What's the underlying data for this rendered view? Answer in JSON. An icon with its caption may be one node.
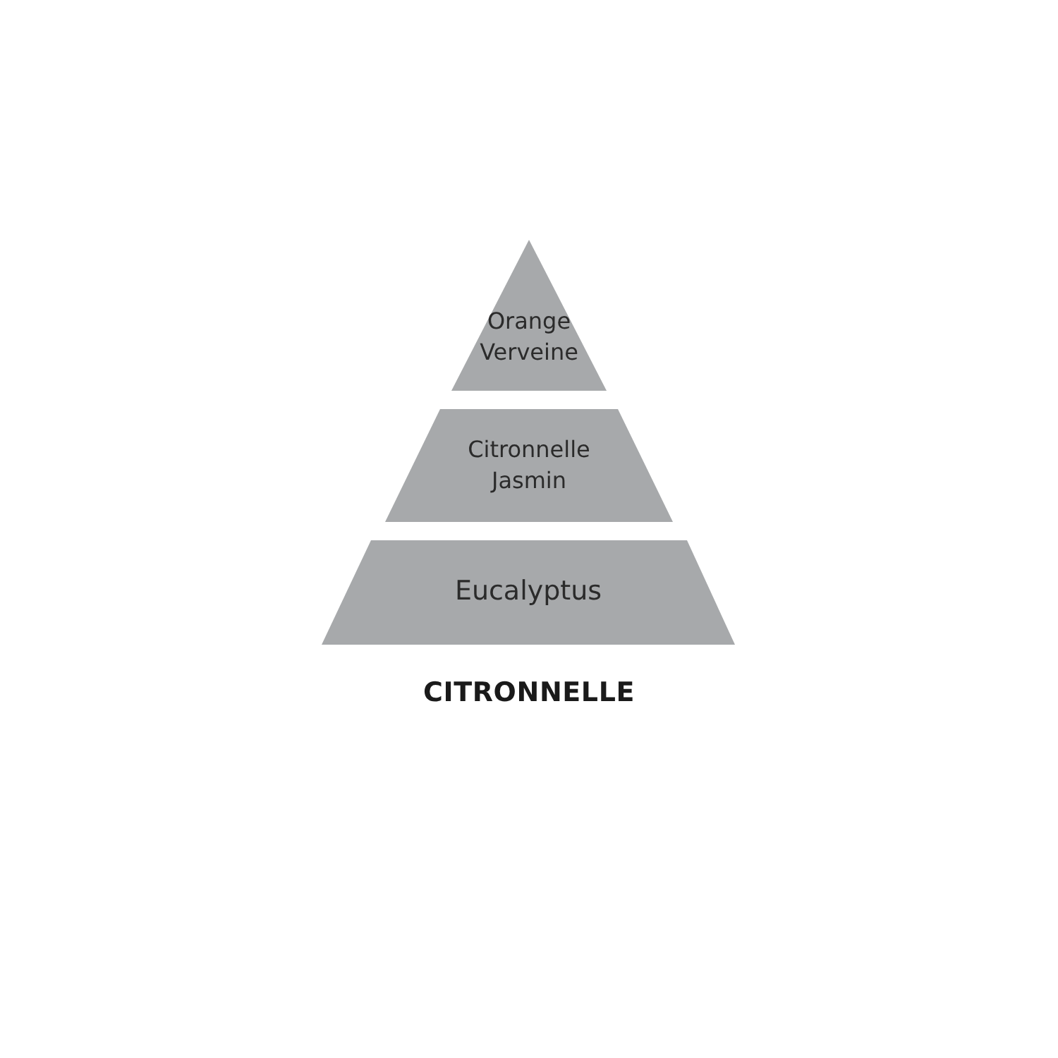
{
  "diagram": {
    "title": "CITRONNELLE",
    "nodes": [
      {
        "text": [
          "Orange Verveine"
        ]
      },
      {
        "text": [
          "Citronnelle Jasmin"
        ]
      },
      {
        "text": [
          "Eucalyptus"
        ]
      }
    ]
  }
}
